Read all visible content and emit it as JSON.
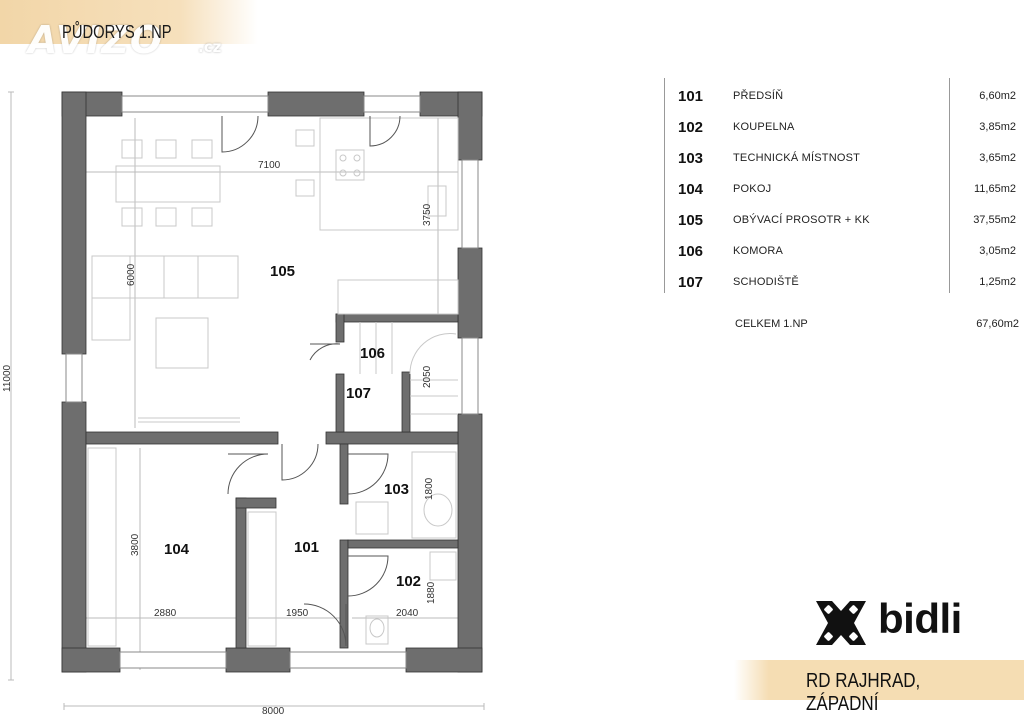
{
  "header": {
    "watermark": "AVIZO",
    "watermark_suffix": ".cz",
    "plan_title": "PŮDORYS 1.NP"
  },
  "rooms": [
    {
      "number": "101",
      "name": "PŘEDSÍŇ",
      "area": "6,60m2"
    },
    {
      "number": "102",
      "name": "KOUPELNA",
      "area": "3,85m2"
    },
    {
      "number": "103",
      "name": "TECHNICKÁ MÍSTNOST",
      "area": "3,65m2"
    },
    {
      "number": "104",
      "name": "POKOJ",
      "area": "11,65m2"
    },
    {
      "number": "105",
      "name": "OBÝVACÍ PROSOTR + KK",
      "area": "37,55m2"
    },
    {
      "number": "106",
      "name": "KOMORA",
      "area": "3,05m2"
    },
    {
      "number": "107",
      "name": "SCHODIŠTĚ",
      "area": "1,25m2"
    }
  ],
  "total": {
    "label": "CELKEM 1.NP",
    "area": "67,60m2"
  },
  "plan": {
    "room_labels": {
      "r101": "101",
      "r102": "102",
      "r103": "103",
      "r104": "104",
      "r105": "105",
      "r106": "106",
      "r107": "107"
    },
    "dimensions": {
      "overall_height": "11000",
      "overall_width": "8000",
      "d7100": "7100",
      "d6000": "6000",
      "d3750": "3750",
      "d2050": "2050",
      "d3800": "3800",
      "d2880": "2880",
      "d1950": "1950",
      "d1800": "1800",
      "d1880": "1880",
      "d2040": "2040"
    }
  },
  "brand": {
    "logo_text": "bidli"
  },
  "footer": {
    "project": "RD RAJHRAD, ZÁPADNÍ"
  },
  "colors": {
    "wall": "#6e6e6e",
    "accent_strip": "#f5ddb3",
    "logo": "#111111"
  }
}
